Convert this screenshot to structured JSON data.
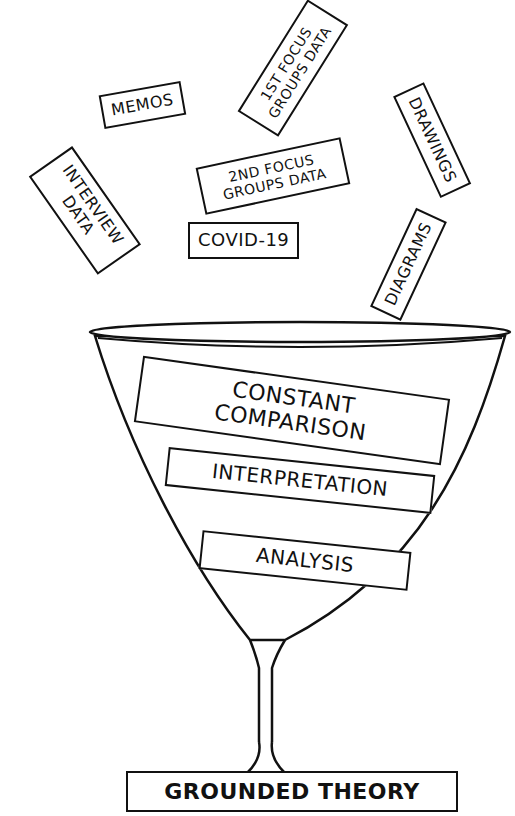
{
  "diagram": {
    "nodes": [
      {
        "text": [
          "MEMOS"
        ]
      },
      {
        "text": [
          "1ST FOCUS GROUPS DATA"
        ]
      },
      {
        "text": [
          "DRAWINGS"
        ]
      },
      {
        "text": [
          "2ND FOCUS GROUPS DATA"
        ]
      },
      {
        "text": [
          "INTERVIEW DATA"
        ]
      },
      {
        "text": [
          "COVID-19"
        ]
      },
      {
        "text": [
          "DIAGRAMS"
        ]
      },
      {
        "text": [
          "CONSTANT COMPARISON"
        ]
      },
      {
        "text": [
          "INTERPRETATION"
        ]
      },
      {
        "text": [
          "ANALYSIS"
        ]
      },
      {
        "text": [
          "GROUNDED THEORY"
        ]
      }
    ]
  }
}
